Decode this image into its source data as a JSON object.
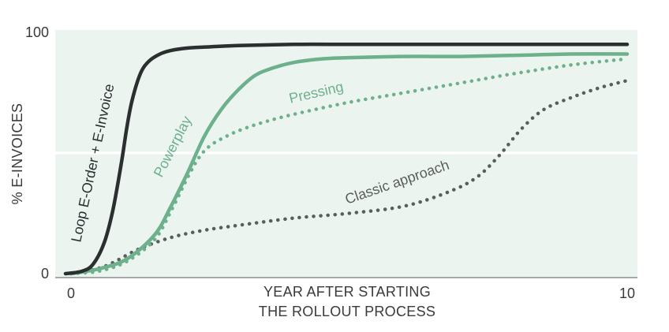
{
  "chart_data": {
    "type": "line",
    "xlabel": [
      "YEAR AFTER STARTING",
      "THE ROLLOUT PROCESS"
    ],
    "ylabel": "% E-INVOICES",
    "xlim": [
      0,
      10
    ],
    "ylim": [
      0,
      100
    ],
    "x_ticks": [
      {
        "value": 0,
        "label": "0"
      },
      {
        "value": 10,
        "label": "10"
      }
    ],
    "y_ticks": [
      {
        "value": 0,
        "label": "0"
      },
      {
        "value": 100,
        "label": "100"
      }
    ],
    "grid": "horizontal midline at 50",
    "colors": {
      "background": "#ecf4f0",
      "gridline": "#ffffff",
      "dark": "#2b2f30",
      "green": "#6db08c",
      "gray": "#595d5d"
    },
    "series": [
      {
        "name": "Loop E-Order + E-Invoice",
        "style": "solid",
        "color": "#2b2f30",
        "x": [
          -0.1,
          0.2,
          0.4,
          0.6,
          0.75,
          0.9,
          1.0,
          1.1,
          1.25,
          1.4,
          1.6,
          1.8,
          2.1,
          2.5,
          3,
          4,
          5,
          6,
          7,
          8,
          9,
          10
        ],
        "y": [
          0,
          1,
          4,
          13,
          26,
          45,
          60,
          72,
          83,
          88,
          91,
          92.5,
          93.5,
          94,
          94.5,
          95,
          95,
          95,
          95,
          95,
          95,
          95
        ]
      },
      {
        "name": "Powerplay",
        "style": "solid",
        "color": "#6db08c",
        "x": [
          0,
          0.5,
          1,
          1.5,
          1.8,
          2.1,
          2.4,
          2.7,
          3,
          3.3,
          3.6,
          4,
          4.5,
          5,
          6,
          7,
          8,
          9,
          10
        ],
        "y": [
          0,
          2,
          6,
          16,
          28,
          42,
          57,
          68,
          76,
          82,
          85,
          87.5,
          89,
          89.5,
          90,
          90,
          90.5,
          91,
          91
        ]
      },
      {
        "name": "Pressing",
        "style": "dotted",
        "color": "#6db08c",
        "x": [
          0,
          0.5,
          1,
          1.5,
          1.8,
          2.1,
          2.3,
          2.5,
          2.8,
          3.1,
          3.5,
          4,
          5,
          6,
          7,
          8,
          9,
          10
        ],
        "y": [
          0,
          1,
          5,
          14,
          26,
          40,
          48,
          53,
          57,
          60,
          63,
          66,
          71,
          75,
          79,
          83,
          86.5,
          89
        ]
      },
      {
        "name": "Classic approach",
        "style": "dotted",
        "color": "#595d5d",
        "x": [
          0,
          0.6,
          1.2,
          1.8,
          2.4,
          3,
          4,
          5,
          6,
          6.8,
          7.3,
          7.7,
          8.1,
          8.5,
          9,
          9.5,
          10
        ],
        "y": [
          0,
          3,
          10,
          15,
          18,
          20,
          23,
          25,
          28,
          34,
          40,
          49,
          60,
          68,
          73,
          77,
          80
        ]
      }
    ]
  }
}
